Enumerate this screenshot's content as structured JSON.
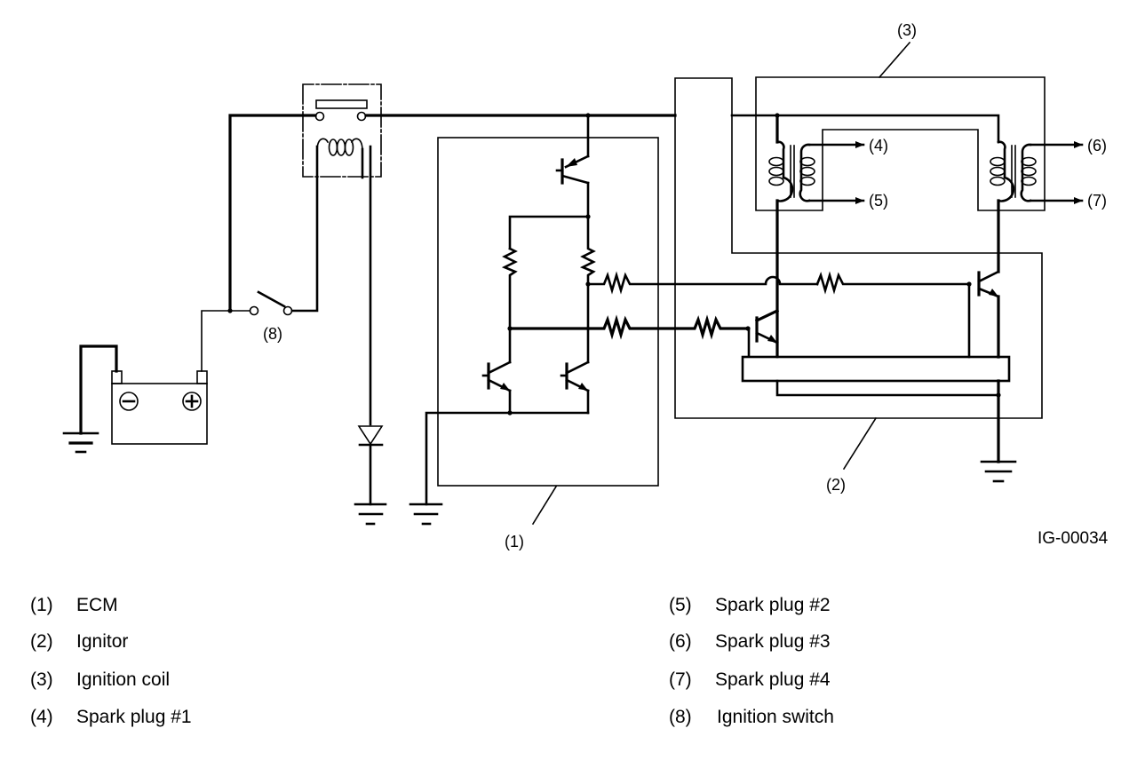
{
  "diagram": {
    "title": "Ignition system circuit",
    "figure_id": "IG-00034",
    "callouts": {
      "ecm": "(1)",
      "ignitor": "(2)",
      "ignition_coil": "(3)",
      "spark_plug_1": "(4)",
      "spark_plug_2": "(5)",
      "spark_plug_3": "(6)",
      "spark_plug_4": "(7)",
      "ignition_switch": "(8)"
    },
    "battery": {
      "negative_symbol": "⊖",
      "positive_symbol": "⊕"
    }
  },
  "legend": {
    "left": [
      {
        "num": "(1)",
        "label": "ECM"
      },
      {
        "num": "(2)",
        "label": "Ignitor"
      },
      {
        "num": "(3)",
        "label": "Ignition coil"
      },
      {
        "num": "(4)",
        "label": "Spark plug #1"
      }
    ],
    "right": [
      {
        "num": "(5)",
        "label": "Spark plug #2"
      },
      {
        "num": "(6)",
        "label": "Spark plug #3"
      },
      {
        "num": "(7)",
        "label": "Spark plug #4"
      },
      {
        "num": "(8)",
        "label": "Ignition switch"
      }
    ]
  }
}
